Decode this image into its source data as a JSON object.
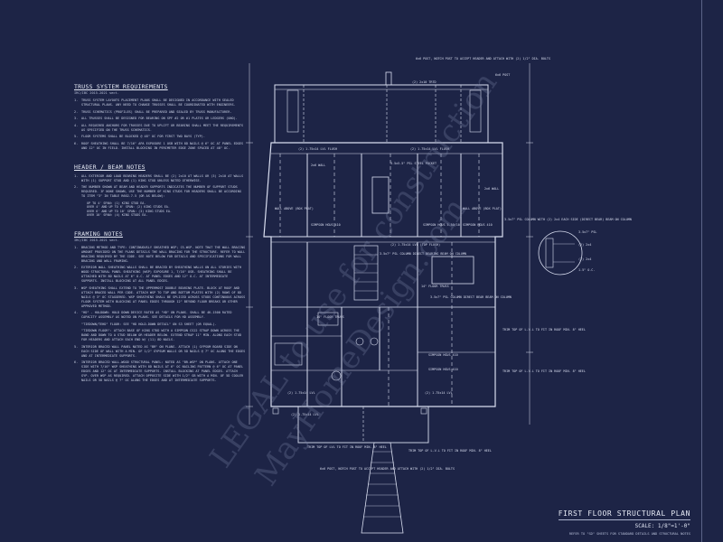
{
  "notes": {
    "truss": {
      "heading": "TRUSS SYSTEM REQUIREMENTS",
      "sub": "IRC/IBC 2015-2021 sect.",
      "items": [
        {
          "n": "1.",
          "t": "TRUSS SYSTEM LAYOUTS PLACEMENT PLANS SHALL BE DESIGNED IN ACCORDANCE WITH SEALED STRUCTURAL PLANS. ANY NEED TO CHANGE TRUSSES SHALL BE COORDINATED WITH ENGINEERS."
        },
        {
          "n": "2.",
          "t": "TRUSS SCHEMATICS (PROFILES) SHALL BE PREPARED AND SEALED BY TRUSS MANUFACTURER."
        },
        {
          "n": "3.",
          "t": "ALL TRUSSES SHALL BE DESIGNED FOR BEARING ON SPF #2 OR #1 PLATES OR LEDGERS (UNO)."
        },
        {
          "n": "4.",
          "t": "ALL REQUIRED ANCHORS FOR TRUSSES DUE TO UPLIFT OR BEARING SHALL MEET THE REQUIREMENTS AS SPECIFIED ON THE TRUSS SCHEMATICS."
        },
        {
          "n": "5.",
          "t": "FLOOR SYSTEMS SHALL BE BLOCKED @ 48\" OC FOR FIRST TWO BAYS (TYP)."
        },
        {
          "n": "6.",
          "t": "ROOF SHEATHING SHALL BE 7/16\" APA EXPOSURE 1 OSB WITH 8D NAILS @ 6\" OC AT PANEL EDGES AND 12\" OC IN FIELD. INSTALL BLOCKING IN PERIMETER EDGE ZONE SPACED AT 48\" OC."
        }
      ]
    },
    "header": {
      "heading": "HEADER / BEAM NOTES",
      "items": [
        {
          "n": "1.",
          "t": "ALL EXTERIOR AND LOAD BEARING HEADERS SHALL BE (2) 2x10 AT WALLS OR (3) 2x10 AT WALLS WITH (1) SUPPORT STUD AND (1) KING STUD UNLESS NOTED OTHERWISE."
        },
        {
          "n": "2.",
          "t": "THE NUMBER SHOWN AT BEAM AND HEADER SUPPORTS INDICATES THE NUMBER OF SUPPORT STUDS REQUIRED. IF NONE SHOWN, USE THE NUMBER OF KING STUDS FOR HEADERS SHALL BE ACCORDING TO ITEM \"3\" IN TABLE R602.7.5 (OR AS BELOW):"
        }
      ],
      "subitems": [
        "UP TO 4' SPAN: (1) KING STUD EA.",
        "OVER 4' AND UP TO 6' SPAN: (2) KING STUDS EA.",
        "OVER 6' AND UP TO 10' SPAN: (3) KING STUDS EA.",
        "OVER 10' SPAN: (4) KING STUDS EA."
      ]
    },
    "framing": {
      "heading": "FRAMING NOTES",
      "sub": "IRC/IBC 2015-2021 sect.",
      "items": [
        {
          "n": "1.",
          "t": "BRACING METHOD AND TYPE: CONTINUOUSLY SHEATHED WSP; CS-WSP. NOTE THAT THE WALL BRACING AMOUNT PROVIDED ON THE PLANS DETAILS THE WALL BRACING FOR THE STRUCTURE. REFER TO WALL BRACING REQUIRED BY THE CODE. SEE NOTE BELOW FOR DETAILS AND SPECIFICATIONS FOR WALL BRACING AND WALL FRAMING."
        },
        {
          "n": "2.",
          "t": "EXTERIOR WALL SHEATHING WALLS SHALL BE BRACED BY SHEATHING WALLS ON ALL STORIES WITH WOOD STRUCTURAL PANEL SHEATHING (WSP) EXPOSURE 1, 7/16\" OSB. SHEATHING SHALL BE ATTACHED WITH 8D NAILS AT 6\" O.C. AT PANEL EDGES AND 12\" O.C. AT INTERMEDIATE SUPPORTS. INSTALL BLOCKING AT ALL PANEL EDGES."
        },
        {
          "n": "3.",
          "t": "WSP SHEATHING SHALL EXTEND TO THE UPPERMOST DOUBLE BEARING PLATE. BLOCK AT ROOF AND ATTACH BRACED WALL PER CODE. ATTACH WSP TO TOP AND BOTTOM PLATES WITH (2) ROWS OF 8D NAILS @ 3\" OC STAGGERED. WSP SHEATHING SHALL BE SPLICED ACROSS STUDS CONTINUOUS ACROSS FLOOR SYSTEM WITH BLOCKING AT PANEL EDGES THROUGH 12\" BEYOND FLOOR BREAKS OR OTHER APPROVED METHOD."
        },
        {
          "n": "4.",
          "t": "\"HD\" - HOLDOWN: HOLD DOWN DEVICE RATED AS \"HD\" ON PLANS. SHALL BE 4K-1500 RATED CAPACITY ASSEMBLY AS NOTED ON PLANS. SEE DETAILS FOR HD ASSEMBLY."
        },
        {
          "n": "",
          "t": "\"TIEDOWN/TEHD\" FLOOR: SEE \"HD HOLD-DOWN DETAIL\" ON S3 SHEET (OR EQUAL)."
        },
        {
          "n": "",
          "t": "\"TIEDOWN FLOOR\": ATTACH BASE OF KING STUD WITH A SIMPSON CS22 STRAP DOWN ACROSS THE BAND AND DOWN TO A STUD BELOW OR HEADER BELOW. EXTEND STRAP 11\" MIN. ALONG EACH STUD FOR HEADERS AND ATTACH EACH END W/ (11) 8D NAILS."
        },
        {
          "n": "5.",
          "t": "INTERIOR BRACED WALL PANEL NOTED AS \"BR\" ON PLANS. ATTACH (1) GYPSUM BOARD SIDE ON EACH SIDE OF WALL WITH A MIN. OF 1/2\" GYPSUM WALLS OR 5D NAILS @ 7\" OC ALONG THE EDGES AND AT INTERMEDIATE SUPPORTS."
        },
        {
          "n": "6.",
          "t": "INTERIOR BRACED WALL-WOOD STRUCTURAL PANEL: NOTED AS \"BR-WSP\" ON PLANS. ATTACH ONE SIDE WITH 7/16\" WSP SHEATHING WITH 8D NAILS AT 6\" OC NAILING PATTERN @ 6\" OC AT PANEL EDGES AND 12\" OC AT INTERMEDIATE SUPPORTS. INSTALL BLOCKING AT PANEL EDGES. ATTACH GYP. OVER WSP AS REQUIRED. ATTACH OPPOSITE SIDE WITH 1/2\" GB WITH A MIN. OF 5D COOLER NAILS OR 5D NAILS @ 7\" OC ALONG THE EDGES AND AT INTERMEDIATE SUPPORTS."
        }
      ]
    }
  },
  "plan": {
    "callouts": {
      "top_post": "6x6 POST, NOTCH POST TO ACCEPT HEADER AND ATTACH WITH (2) 1/2\" DIA. BOLTS",
      "top_beam_r": "6x6 POST",
      "top_header": "(2) 2x10 TRTD",
      "mid_beam_l": "(2) 1.75x14 LVL FLUSH",
      "mid_beam_r": "(2) 1.75x14 LVL FLUSH",
      "wall_l": "2x6 WALL",
      "wall_above_l": "WALL ABOVE (BOX PLAT)",
      "fp_pocket": "3.5x5.5\" PSL STEEL POCKET",
      "simpson_1": "SIMPSON HGUS 410",
      "simpson_2": "SIMPSON HGUS 5.50/10",
      "simpson_3": "SIMPSON HGUS 410",
      "wall_above_r": "WALL ABOVE (BOX PLAT)",
      "wall_r": "2x6 WALL",
      "lvl_top": "(2) 1.75x14 LVL (TOP FLUSH)",
      "col_r": "3.5x7\" PSL COLUMN WITH (2) 2x4 EACH SIDE (DIRECT BEAR) BEAM ON COLUMN",
      "psl_col": "3.5x7\" PSL COLUMN DIRECT BEARING BEAM ON COLUMN",
      "floor_truss_l": "14\" FLOOR TRUSS",
      "floor_truss_r": "14\" FLOOR TRUSS",
      "psl_col2": "3.5x7\" PSL COLUMN DIRECT BEAR BEAM ON COLUMN",
      "trim_r1": "TRIM TOP OF L.V.L TO FIT IN ROOF MIN. 8\" HEEL",
      "trim_r2": "TRIM TOP OF L.V.L TO FIT IN ROOF MIN. 8\" HEEL",
      "simpson_4": "SIMPSON HGUS 410",
      "simpson_5": "SIMPSON HGUS 410",
      "lvl_bot_l": "(2) 1.75x14 LVL",
      "lvl_bot_r": "(2) 1.75x14 LVL",
      "trim_bot_l": "TRIM TOP OF LVL TO FIT IN ROOF MIN. 8\" HEEL",
      "trim_bot_r": "TRIM TOP OF L.V.L TO FIT IN ROOF MIN. 8\" HEEL",
      "post_bot": "6x6 POST, NOTCH POST TO ACCEPT HEADER AND ATTACH WITH (2) 1/2\" DIA. BOLTS",
      "lvl_bot_lbl": "(2) 1.75x14 LVL",
      "detail_a": "3.5x7\" PSL",
      "detail_b": "(2) 2x4",
      "detail_c": "(2) 2x4",
      "detail_d": "1.5\" O.C."
    }
  },
  "title_block": {
    "title": "FIRST FLOOR STRUCTURAL PLAN",
    "scale": "SCALE: 1/8\"=1'-0\"",
    "refer": "REFER TO \"SD\" SHEETS FOR STANDARD DETAILS AND STRUCTURAL NOTES"
  },
  "watermark": {
    "lines": [
      "MayHomeDesign.com",
      "LEGAL to use for construction"
    ]
  },
  "colors": {
    "background": "#1d2446",
    "line": "#d9def0"
  }
}
